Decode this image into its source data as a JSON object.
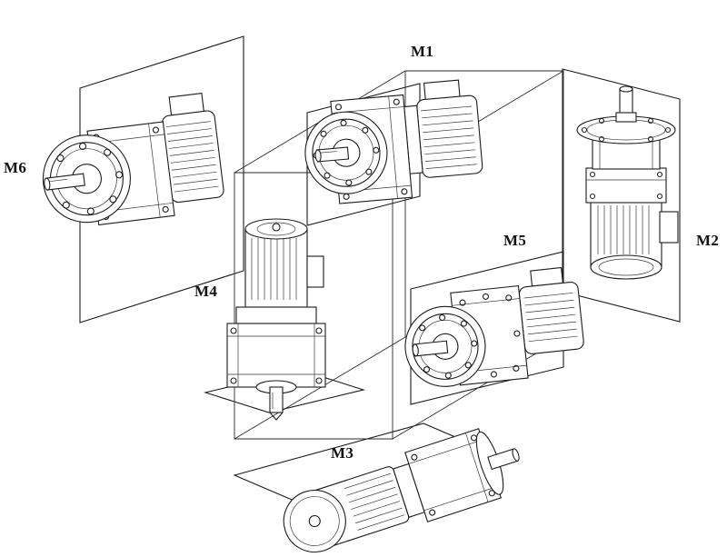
{
  "figure": {
    "labels": {
      "m1": "M1",
      "m2": "M2",
      "m3": "M3",
      "m4": "M4",
      "m5": "M5",
      "m6": "M6"
    },
    "line_color": "#1c1c1c",
    "background": "#ffffff"
  }
}
